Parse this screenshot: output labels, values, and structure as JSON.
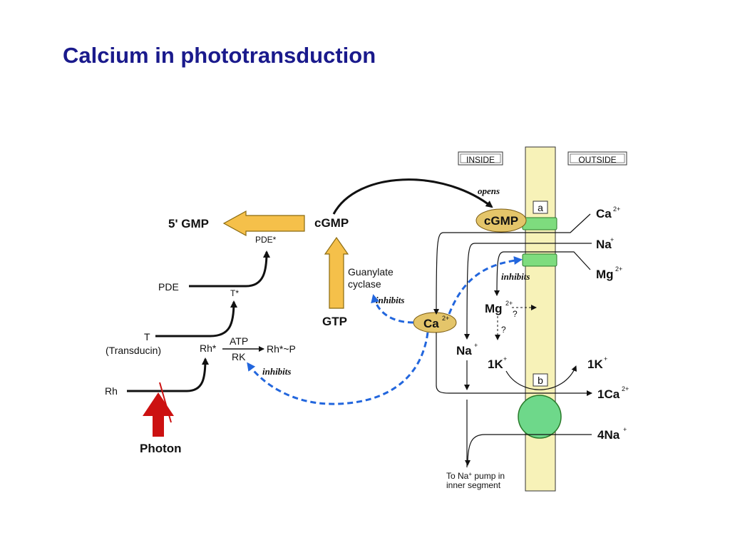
{
  "slide": {
    "title": "Calcium in phototransduction"
  },
  "colors": {
    "title": "#1a1a8c",
    "membrane": "#f7f2b8",
    "channel": "#7edc7e",
    "cgmp_oval": "#e4c56a",
    "inhibit_arrow": "#2266dd",
    "photon_arrow": "#cc1111",
    "yellow_arrow": "#f5c04a"
  },
  "diagram": {
    "inside_label": "INSIDE",
    "outside_label": "OUTSIDE",
    "gmp5": "5' GMP",
    "cgmp": "cGMP",
    "pde_star": "PDE*",
    "pde": "PDE",
    "t_star": "T*",
    "t": "T",
    "transducin": "(Transducin)",
    "rh_star": "Rh*",
    "atp": "ATP",
    "rk": "RK",
    "rh_p": "Rh*~P",
    "rh": "Rh",
    "photon": "Photon",
    "gtp": "GTP",
    "guanylate": "Guanylate",
    "cyclase": "cyclase",
    "inhibits_cyclase": "inhibits",
    "inhibits_rk": "inhibits",
    "inhibits_mg": "inhibits",
    "opens": "opens",
    "channel_cgmp": "cGMP",
    "box_a": "a",
    "box_b": "b",
    "ca_center": "Ca",
    "ca_center_sup": "2+",
    "ca_out": "Ca",
    "ca_out_sup": "2+",
    "na_out": "Na",
    "na_out_sup": "+",
    "mg_out": "Mg",
    "mg_out_sup": "2+",
    "mg_in": "Mg",
    "mg_in_sup": "2+",
    "question1": "?",
    "question2": "?",
    "na_in": "Na",
    "na_in_sup": "+",
    "k_in": "1K",
    "k_in_sup": "+",
    "k_out": "1K",
    "k_out_sup": "+",
    "ca_exch": "1Ca",
    "ca_exch_sup": "2+",
    "na4": "4Na",
    "na4_sup": "+",
    "pump_note_1": "To Na",
    "pump_note_sup": "+",
    "pump_note_1b": " pump in",
    "pump_note_2": "inner segment"
  }
}
